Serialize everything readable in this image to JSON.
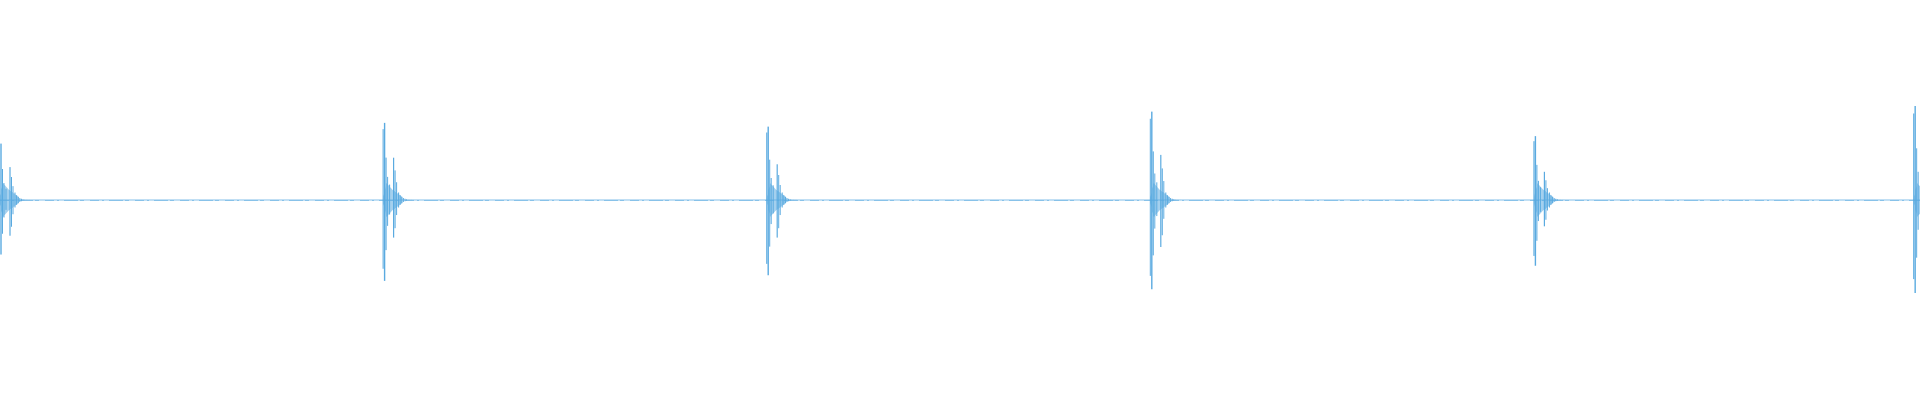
{
  "waveform": {
    "color": "#5aaae0",
    "background": "#ffffff",
    "bursts": [
      {
        "time": 0.0,
        "peak_up": 0.6,
        "peak_down": 0.58,
        "echo_up": 0.35,
        "echo_down": 0.38
      },
      {
        "time": 0.2,
        "peak_up": 0.82,
        "peak_down": 0.86,
        "echo_up": 0.45,
        "echo_down": 0.4
      },
      {
        "time": 0.4,
        "peak_up": 0.78,
        "peak_down": 0.8,
        "echo_up": 0.38,
        "echo_down": 0.4
      },
      {
        "time": 0.6,
        "peak_up": 0.94,
        "peak_down": 0.95,
        "echo_up": 0.48,
        "echo_down": 0.5
      },
      {
        "time": 0.8,
        "peak_up": 0.68,
        "peak_down": 0.7,
        "echo_up": 0.3,
        "echo_down": 0.28
      },
      {
        "time": 0.998,
        "peak_up": 1.0,
        "peak_down": 0.99,
        "echo_up": 0.55,
        "echo_down": 0.5
      }
    ]
  }
}
